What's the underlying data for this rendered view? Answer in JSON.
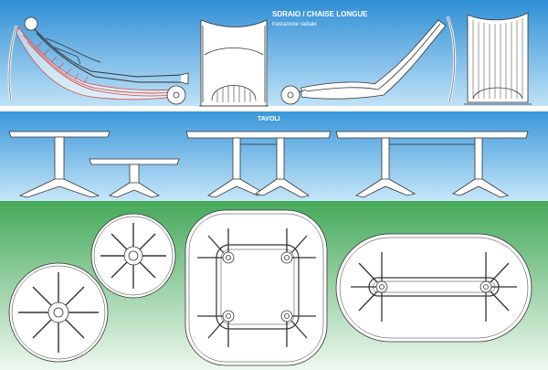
{
  "panels": {
    "chaise": {
      "title": "SDRAIO / CHAISE LONGUE",
      "subtitle": "traslazione radiale"
    },
    "tables": {
      "title": "TAVOLI"
    }
  },
  "colors": {
    "band_blue_top": "#2f8fd6",
    "band_blue_bottom": "#bfe2f7",
    "band_green_top": "#45a95a",
    "band_green_bottom": "#e8f5ec",
    "figure_red": "#e0403a",
    "line": "#333333"
  }
}
